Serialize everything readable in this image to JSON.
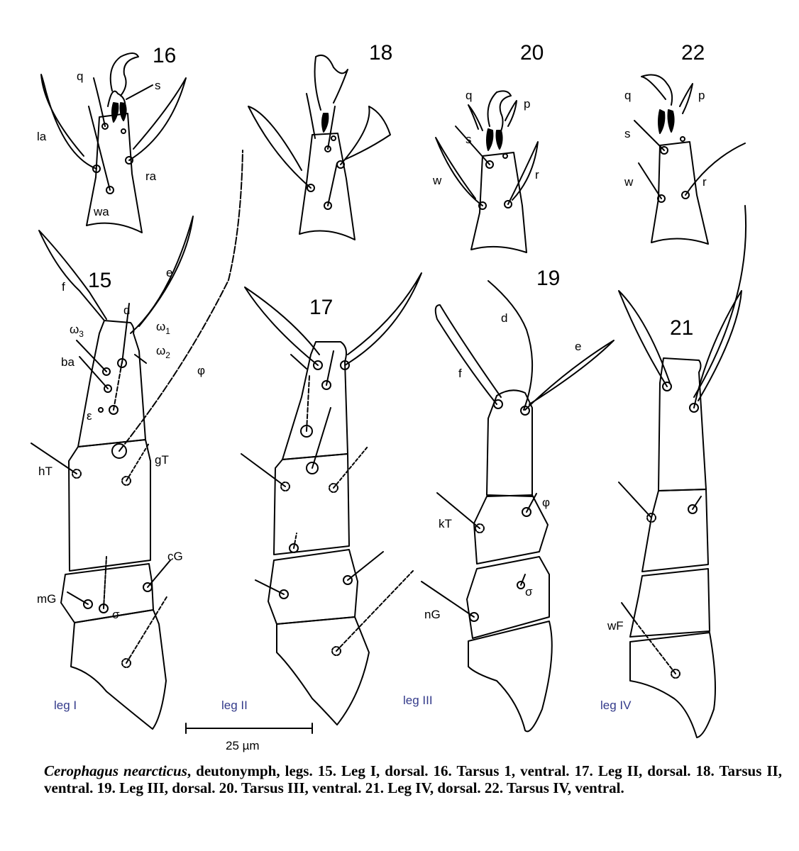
{
  "figure_numbers": {
    "f15": "15",
    "f16": "16",
    "f17": "17",
    "f18": "18",
    "f19": "19",
    "f20": "20",
    "f21": "21",
    "f22": "22"
  },
  "setae": {
    "t16": {
      "q": "q",
      "s": "s",
      "la": "la",
      "ra": "ra",
      "wa": "wa"
    },
    "t20": {
      "q": "q",
      "p": "p",
      "s": "s",
      "w": "w",
      "r": "r"
    },
    "t22": {
      "q": "q",
      "p": "p",
      "s": "s",
      "w": "w",
      "r": "r"
    },
    "l15": {
      "f": "f",
      "e": "e",
      "d": "d",
      "w1": "ω",
      "w1sub": "1",
      "w2": "ω",
      "w2sub": "2",
      "w3": "ω",
      "w3sub": "3",
      "ba": "ba",
      "eps": "ε",
      "phi": "φ",
      "hT": "hT",
      "gT": "gT",
      "sigma": "σ",
      "cG": "cG",
      "mG": "mG"
    },
    "l19": {
      "d": "d",
      "f": "f",
      "e": "e",
      "phi": "φ",
      "kT": "kT",
      "sigma": "σ",
      "nG": "nG"
    },
    "l21": {
      "wF": "wF"
    }
  },
  "leg_names": {
    "leg1": "leg I",
    "leg2": "leg II",
    "leg3": "leg III",
    "leg4": "leg IV"
  },
  "scale_bar": {
    "label": "25 µm"
  },
  "caption": {
    "species": "Cerophagus nearcticus",
    "text": ", deutonymph, legs. 15. Leg I, dorsal. 16. Tarsus 1, ventral. 17. Leg II, dorsal. 18. Tarsus II, ventral. 19. Leg III, dorsal. 20. Tarsus III, ventral. 21. Leg IV, dorsal. 22. Tarsus IV, ventral."
  }
}
